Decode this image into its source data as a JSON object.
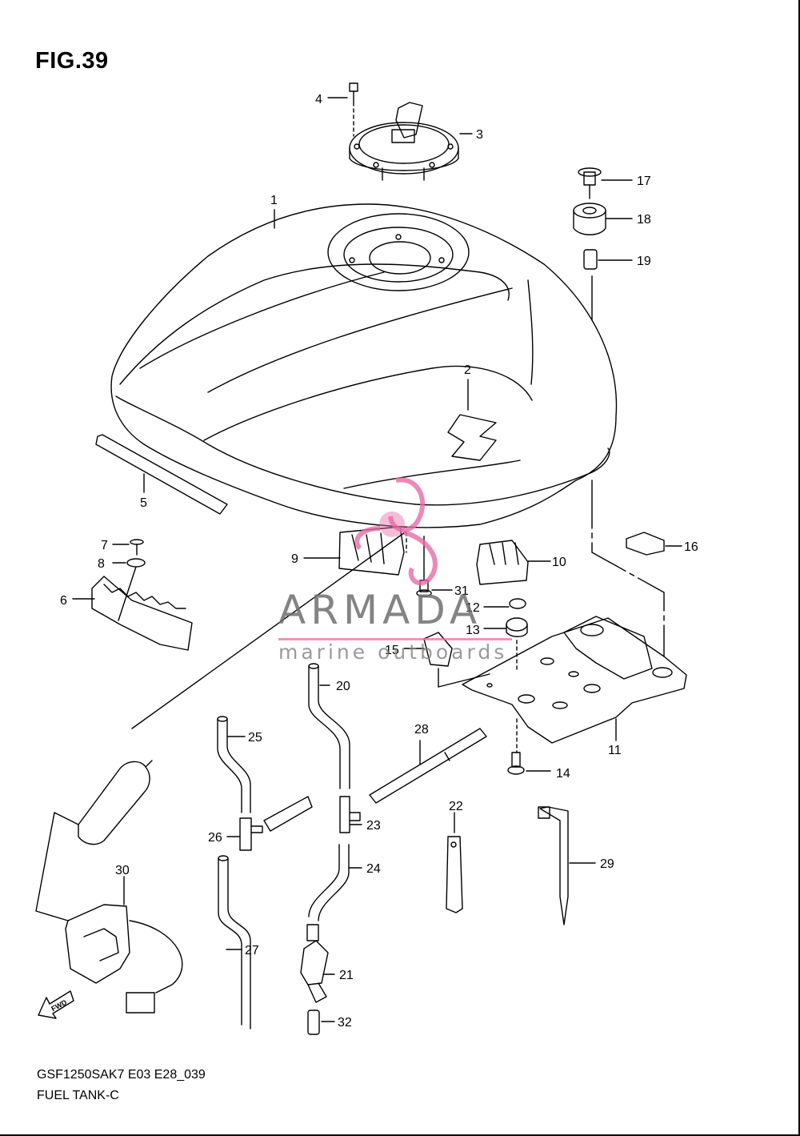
{
  "figure_title": "FIG.39",
  "footer": {
    "model_code": "GSF1250SAK7 E03 E28_039",
    "section_name": "FUEL TANK-C"
  },
  "fwd_arrow_label": "FWD",
  "watermark": {
    "brand": "ARMADA",
    "subtitle": "marine outboards"
  },
  "callouts": [
    "1",
    "2",
    "3",
    "4",
    "5",
    "6",
    "7",
    "8",
    "9",
    "10",
    "11",
    "12",
    "13",
    "14",
    "15",
    "16",
    "17",
    "18",
    "19",
    "20",
    "21",
    "22",
    "23",
    "24",
    "25",
    "26",
    "27",
    "28",
    "29",
    "30",
    "31",
    "32"
  ],
  "colors": {
    "line": "#000000",
    "watermark_pink": "#e86aa8",
    "watermark_gray": "#6e6e6e"
  }
}
